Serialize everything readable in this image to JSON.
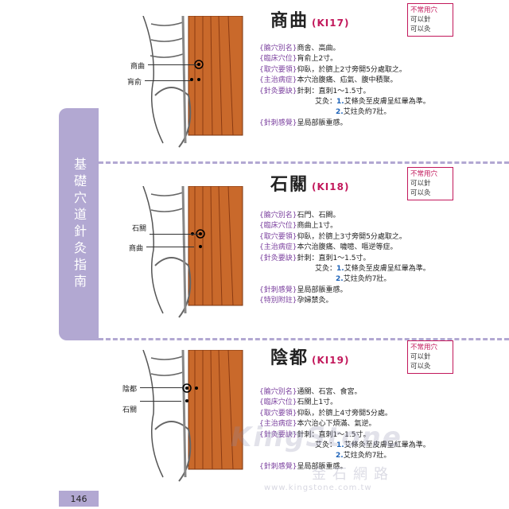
{
  "side_tab": "基礎穴道針灸指南",
  "page_number": "146",
  "watermark": {
    "brand": "KingStone",
    "cn": "金石網路",
    "url": "www.kingstone.com.tw"
  },
  "sections": [
    {
      "name": "商曲",
      "code": "KI17",
      "notice": [
        "不常用穴",
        "可以針",
        "可以灸"
      ],
      "labels": [
        "商曲",
        "肓俞"
      ],
      "rows": [
        {
          "tag": "{腧穴別名}",
          "text": "商舍、高曲。"
        },
        {
          "tag": "{臨床穴位}",
          "text": "肓俞上2寸。"
        },
        {
          "tag": "{取穴要領}",
          "text": "仰臥，於臍上2寸旁開5分處取之。"
        },
        {
          "tag": "{主治病症}",
          "text": "本穴治腹痛、疝氣、腹中積聚。"
        },
        {
          "tag": "{針灸要訣}",
          "text": "針刺：直刺1～1.5寸。"
        }
      ],
      "moxa": {
        "lead": "艾灸：",
        "n1": "1.",
        "t1": "艾條灸至皮膚呈紅暈為準。",
        "n2": "2.",
        "t2": "艾炷灸約7壯。"
      },
      "after": [
        {
          "tag": "{針刺感覺}",
          "text": "呈局部脹重感。"
        }
      ]
    },
    {
      "name": "石關",
      "code": "KI18",
      "notice": [
        "不常用穴",
        "可以針",
        "可以灸"
      ],
      "labels": [
        "石關",
        "商曲"
      ],
      "rows": [
        {
          "tag": "{腧穴別名}",
          "text": "石門、石闕。"
        },
        {
          "tag": "{臨床穴位}",
          "text": "商曲上1寸。"
        },
        {
          "tag": "{取穴要領}",
          "text": "仰臥，於臍上3寸旁開5分處取之。"
        },
        {
          "tag": "{主治病症}",
          "text": "本穴治腹痛、噦噫、嘔逆等症。"
        },
        {
          "tag": "{針灸要訣}",
          "text": "針刺：直刺1～1.5寸。"
        }
      ],
      "moxa": {
        "lead": "艾灸：",
        "n1": "1.",
        "t1": "艾條灸至皮膚呈紅暈為準。",
        "n2": "2.",
        "t2": "艾炷灸約7壯。"
      },
      "after": [
        {
          "tag": "{針刺感覺}",
          "text": "呈局部脹重感。"
        },
        {
          "tag": "{特別附註}",
          "text": "孕婦禁灸。"
        }
      ]
    },
    {
      "name": "陰都",
      "code": "KI19",
      "notice": [
        "不常用穴",
        "可以針",
        "可以灸"
      ],
      "labels": [
        "陰都",
        "石關"
      ],
      "rows": [
        {
          "tag": "{腧穴別名}",
          "text": "通關、石宮、食宮。"
        },
        {
          "tag": "{臨床穴位}",
          "text": "石關上1寸。"
        },
        {
          "tag": "{取穴要領}",
          "text": "仰臥，於臍上4寸旁開5分處。"
        },
        {
          "tag": "{主治病症}",
          "text": "本穴治心下煩滿、氣逆。"
        },
        {
          "tag": "{針灸要訣}",
          "text": "針刺：直刺1～1.5寸。"
        }
      ],
      "moxa": {
        "lead": "艾灸：",
        "n1": "1.",
        "t1": "艾條灸至皮膚呈紅暈為準。",
        "n2": "2.",
        "t2": "艾炷灸約7壯。"
      },
      "after": [
        {
          "tag": "{針刺感覺}",
          "text": "呈局部脹重感。"
        }
      ]
    }
  ],
  "colors": {
    "accent": "#b2a8d2",
    "tag": "#7a3f9e",
    "code": "#c2185b",
    "number": "#1e63b8"
  }
}
